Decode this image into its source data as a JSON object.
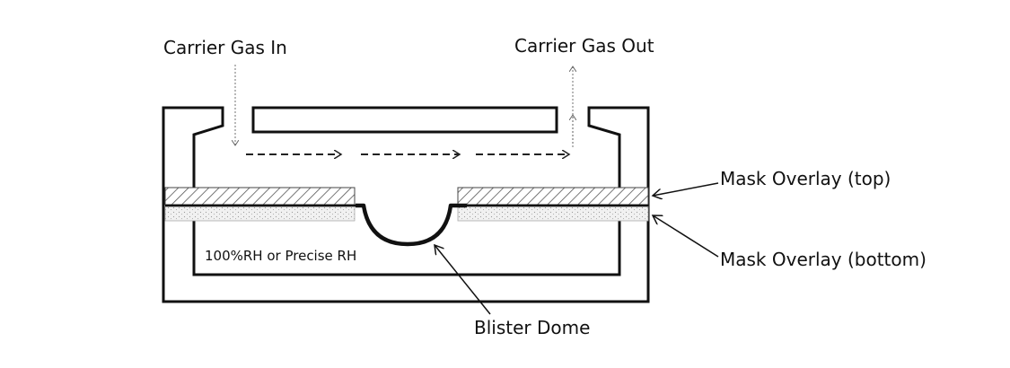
{
  "labels": {
    "carrier_gas_in": "Carrier Gas In",
    "carrier_gas_out": "Carrier Gas Out",
    "mask_overlay_top": "Mask Overlay (top)",
    "mask_overlay_bottom": "Mask Overlay (bottom)",
    "humidity_condition": "100%RH or Precise RH",
    "blister_dome": "Blister Dome"
  },
  "colors": {
    "stroke": "#111111",
    "hatch": "#555555",
    "stipple": "#9a9a9a",
    "arrow": "#222222",
    "guide": "#888888"
  }
}
